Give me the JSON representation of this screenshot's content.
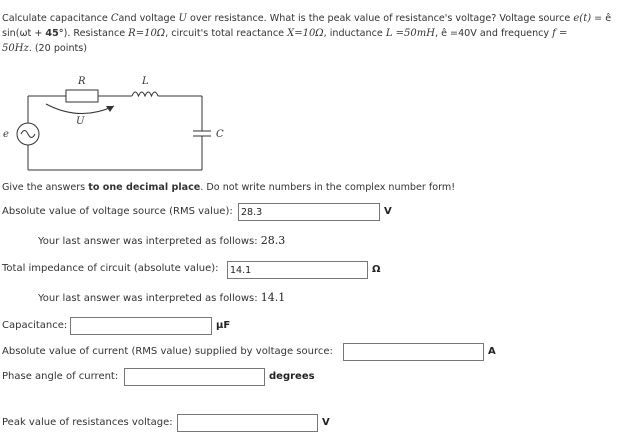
{
  "question": {
    "part1": "Calculate capacitance ",
    "sym_C": "C",
    "part2": "and voltage ",
    "sym_U": "U",
    "part3": " over resistance. What is the peak value of resistance's voltage? Voltage source ",
    "sym_e": "e(t)",
    "part4": " = ê sin(ωt + ",
    "phase": "45°",
    "part5": "). Resistance ",
    "resistance": "R=10Ω",
    "part6": ", circuit's total reactance  ",
    "reactance": "X=10Ω",
    "part7": ", inductance ",
    "inductance": "L =50mH",
    "part8": ", ê =40V and frequency ",
    "freq_sym": "f =",
    "freq_val": "50Hz",
    "part9": ". (20 points)"
  },
  "circuit": {
    "label_R": "R",
    "label_L": "L",
    "label_U": "U",
    "label_e": "e",
    "label_C": "C"
  },
  "instructions": {
    "part1": "Give the answers ",
    "bold": "to one decimal place",
    "part2": ". Do not write numbers in the complex number form!"
  },
  "fields": {
    "source_voltage": {
      "label": "Absolute value of voltage source (RMS value):",
      "value": "28.3",
      "unit": "V",
      "interpreted_prefix": "Your last answer was interpreted as follows: ",
      "interpreted_value": "28.3"
    },
    "total_impedance": {
      "label": "Total impedance of circuit (absolute value):",
      "value": "14.1",
      "unit": "Ω",
      "interpreted_prefix": "Your last answer was interpreted as follows: ",
      "interpreted_value": "14.1"
    },
    "capacitance": {
      "label": "Capacitance:",
      "value": "",
      "unit": "μF"
    },
    "current": {
      "label": "Absolute value of current (RMS value) supplied by voltage source:",
      "value": "",
      "unit": "A"
    },
    "phase_angle": {
      "label": "Phase angle of current:",
      "value": "",
      "unit": "degrees"
    },
    "peak_voltage": {
      "label": "Peak value of resistances voltage:",
      "value": "",
      "unit": "V"
    }
  },
  "colors": {
    "text": "#333333",
    "border": "#777777"
  }
}
